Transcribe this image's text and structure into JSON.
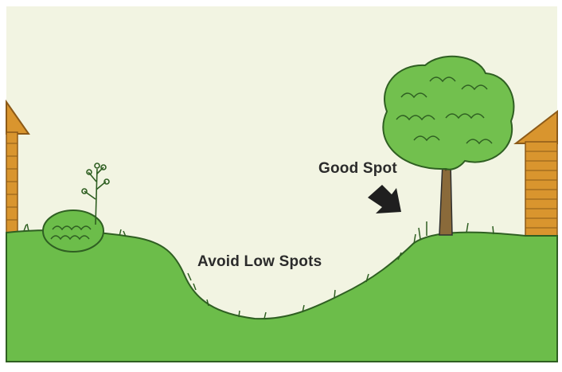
{
  "labels": {
    "good_spot": "Good Spot",
    "avoid_low_spots": "Avoid Low Spots"
  },
  "colors": {
    "sky": "#f2f4e2",
    "grass": "#6cbd4a",
    "grass_dark": "#3f7d2a",
    "tree_canopy": "#72c04e",
    "trunk": "#8a6a3a",
    "house_wood": "#d9952e",
    "house_lines": "#8c5a18",
    "arrow": "#1f1f1f",
    "frame": "#ffffff"
  },
  "icons": [
    "house-left",
    "house-right",
    "shrub",
    "young-tree",
    "large-tree",
    "arrow"
  ]
}
